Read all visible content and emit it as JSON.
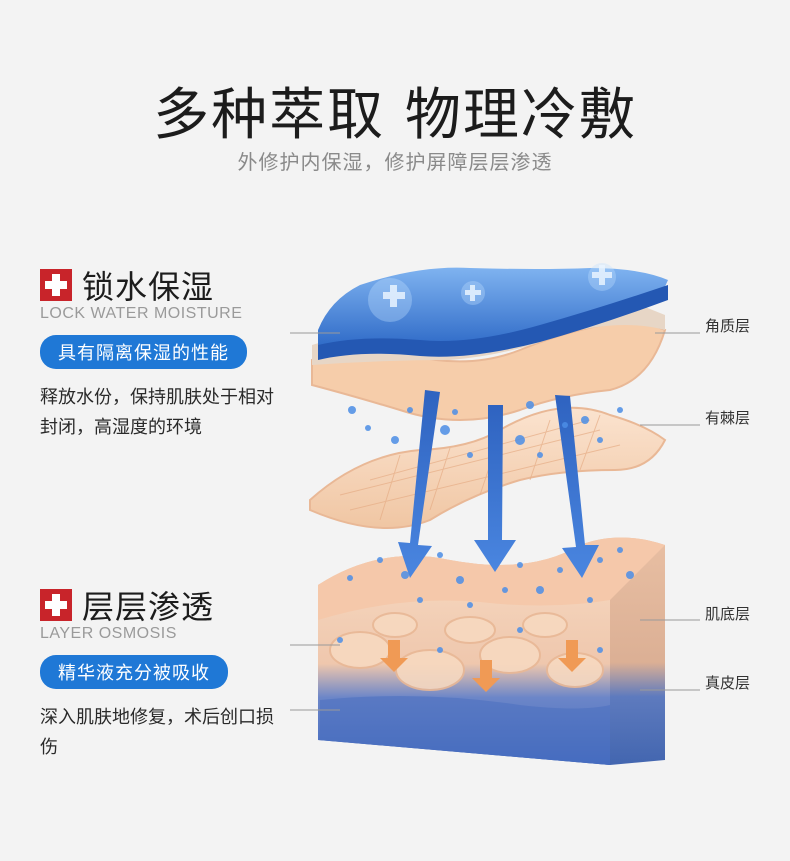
{
  "header": {
    "title": "多种萃取 物理冷敷",
    "subtitle": "外修护内保湿，修护屏障层层渗透"
  },
  "sections": [
    {
      "icon": "medical-cross-icon",
      "title": "锁水保湿",
      "en": "LOCK WATER MOISTURE",
      "pill": "具有隔离保湿的性能",
      "desc": "释放水份，保持肌肤处于相对封闭，高湿度的环境"
    },
    {
      "icon": "medical-cross-icon",
      "title": "层层渗透",
      "en": "LAYER OSMOSIS",
      "pill": "精华液充分被吸收",
      "desc": "深入肌肤地修复，术后创口损伤"
    }
  ],
  "layers": [
    "角质层",
    "有棘层",
    "肌底层",
    "真皮层"
  ],
  "colors": {
    "accent_blue": "#1f78d6",
    "cross_red": "#c8242a",
    "skin_peach": "#f3cfb0",
    "mask_blue": "#3b7fd8"
  }
}
